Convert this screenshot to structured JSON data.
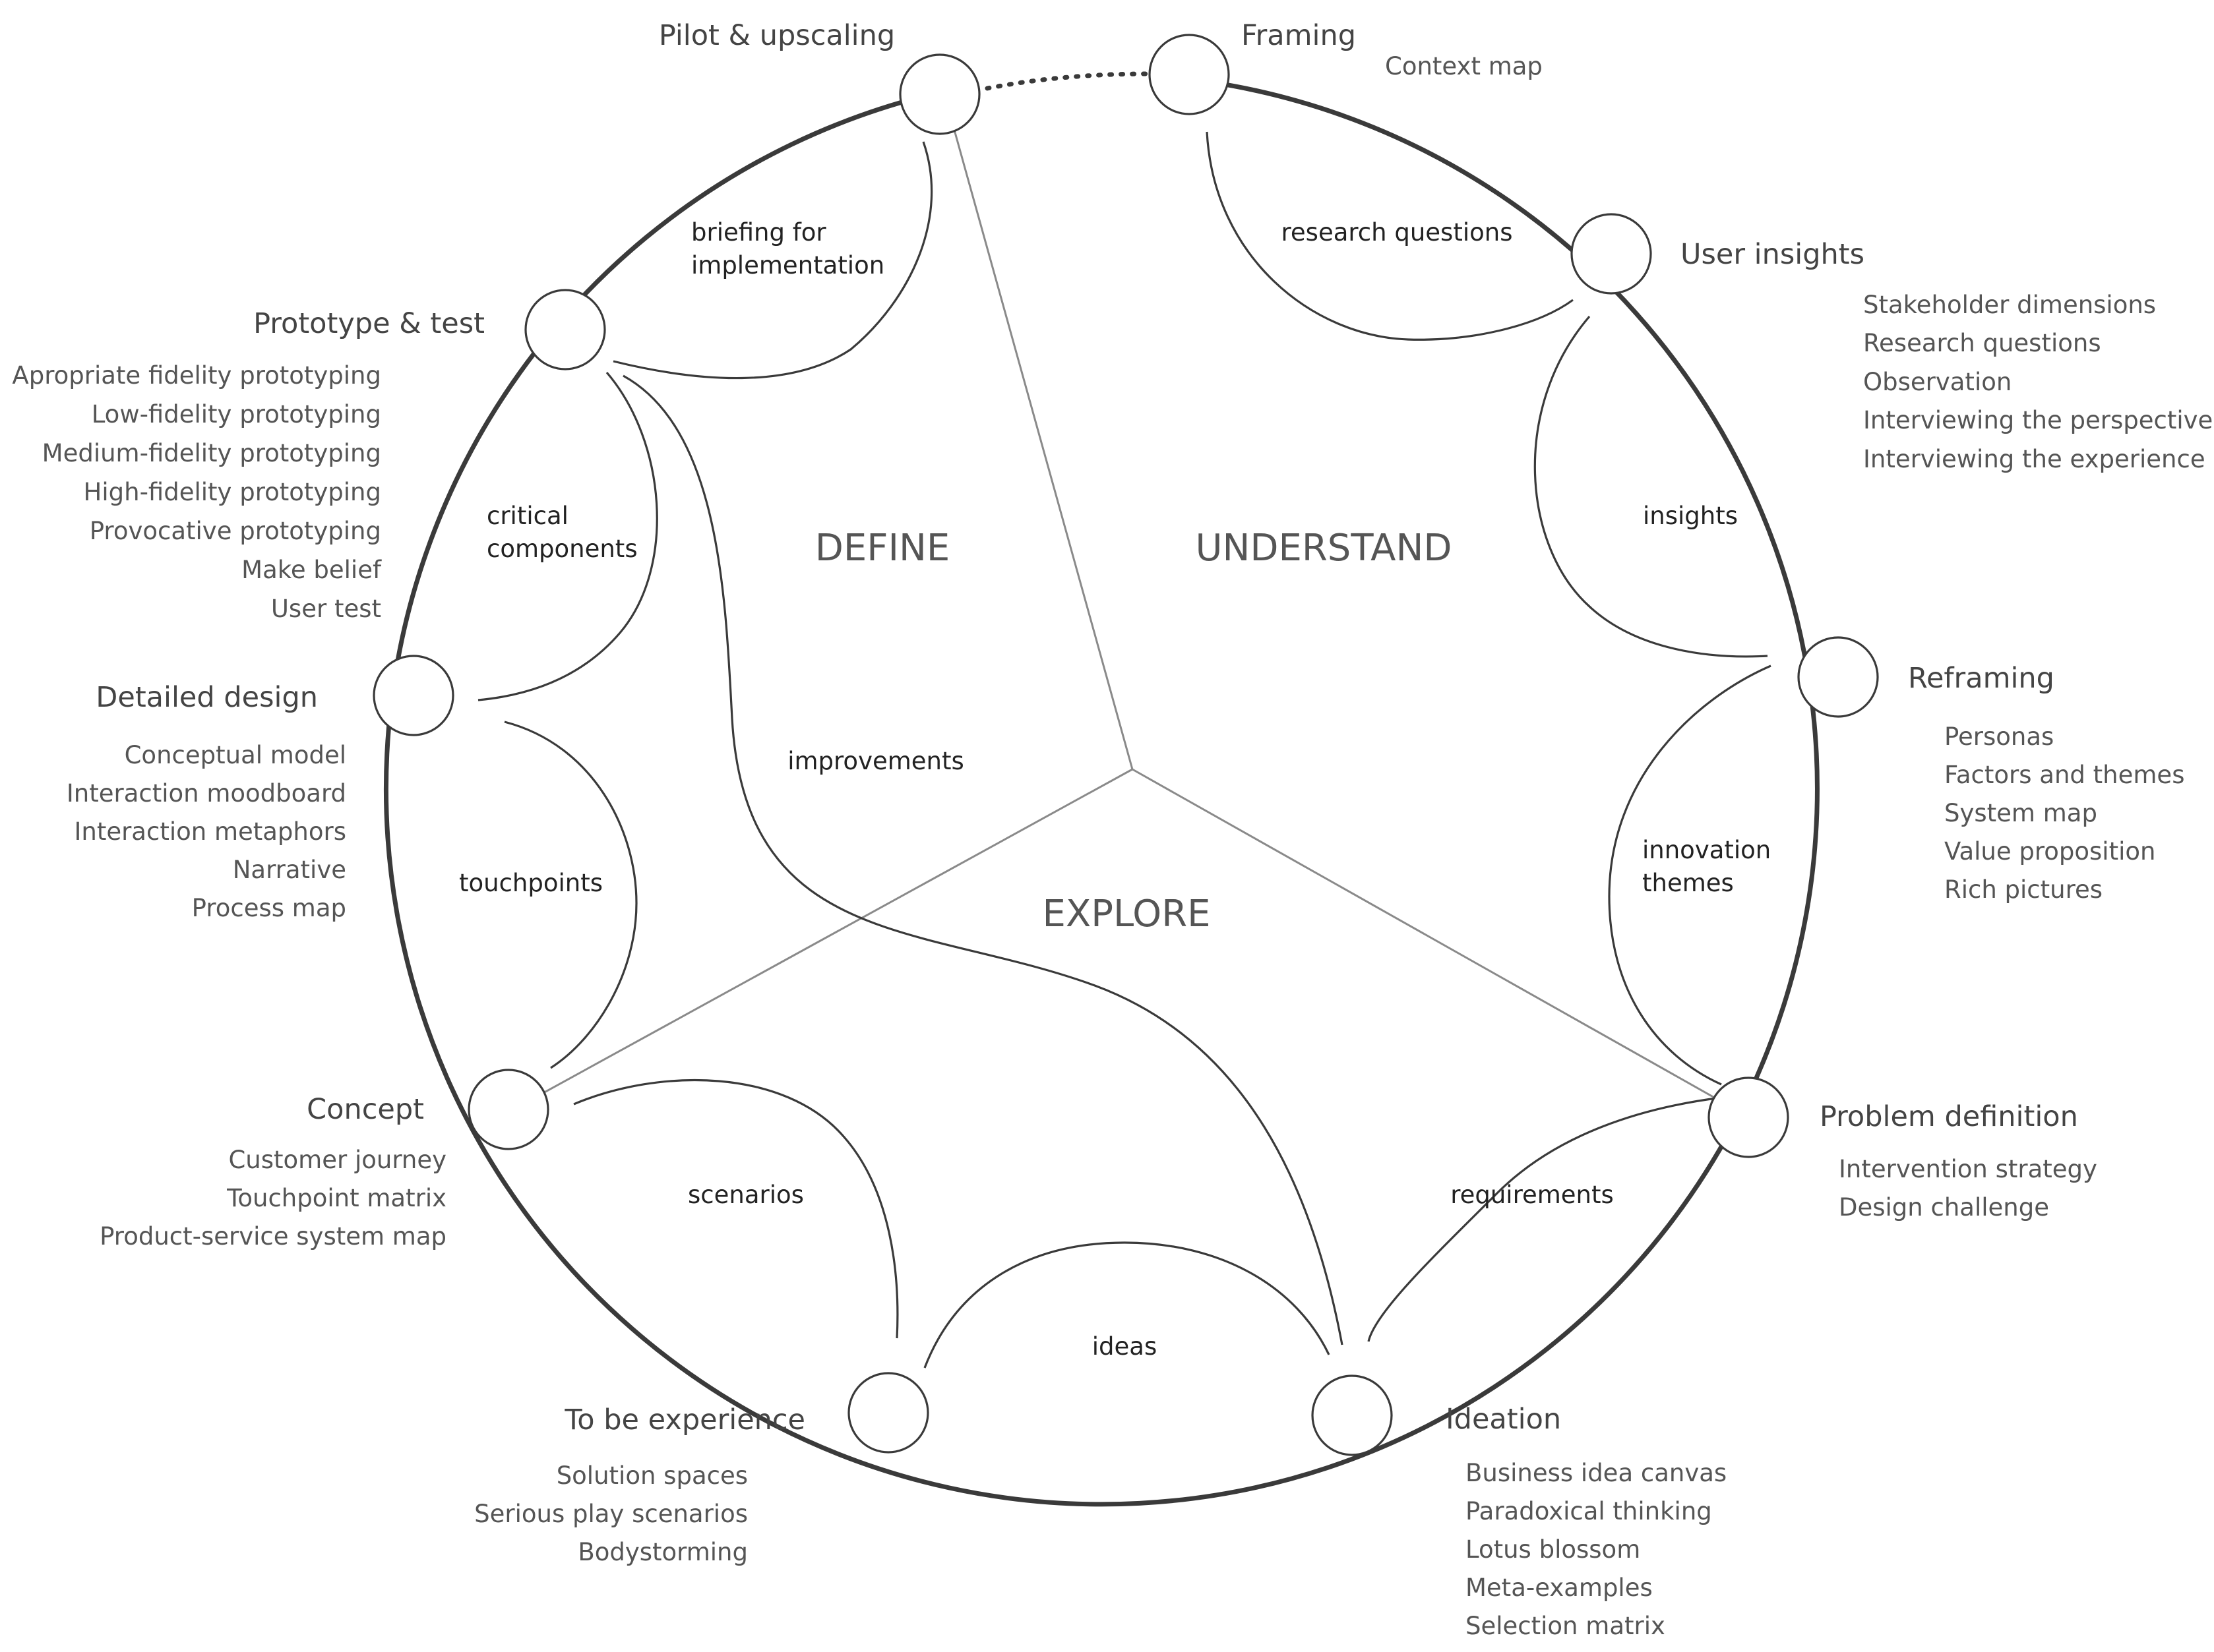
{
  "phases": {
    "define": "DEFINE",
    "understand": "UNDERSTAND",
    "explore": "EXPLORE"
  },
  "stages": [
    {
      "id": "framing",
      "title": "Framing",
      "methods": [
        "Context map"
      ]
    },
    {
      "id": "user-insights",
      "title": "User insights",
      "methods": [
        "Stakeholder dimensions",
        "Research questions",
        "Observation",
        "Interviewing the perspective",
        "Interviewing the experience"
      ]
    },
    {
      "id": "reframing",
      "title": "Reframing",
      "methods": [
        "Personas",
        "Factors and themes",
        "System map",
        "Value proposition",
        "Rich pictures"
      ]
    },
    {
      "id": "problem-definition",
      "title": "Problem definition",
      "methods": [
        "Intervention strategy",
        "Design challenge"
      ]
    },
    {
      "id": "ideation",
      "title": "Ideation",
      "methods": [
        "Business idea canvas",
        "Paradoxical thinking",
        "Lotus blossom",
        "Meta-examples",
        "Selection matrix"
      ]
    },
    {
      "id": "to-be-experience",
      "title": "To be experience",
      "methods": [
        "Solution spaces",
        "Serious play scenarios",
        "Bodystorming"
      ]
    },
    {
      "id": "concept",
      "title": "Concept",
      "methods": [
        "Customer journey",
        "Touchpoint matrix",
        "Product-service system map"
      ]
    },
    {
      "id": "detailed-design",
      "title": "Detailed design",
      "methods": [
        "Conceptual model",
        "Interaction moodboard",
        "Interaction metaphors",
        "Narrative",
        "Process map"
      ]
    },
    {
      "id": "prototype-test",
      "title": "Prototype & test",
      "methods": [
        "Apropriate fidelity prototyping",
        "Low-fidelity prototyping",
        "Medium-fidelity prototyping",
        "High-fidelity prototyping",
        "Provocative prototyping",
        "Make belief",
        "User test"
      ]
    },
    {
      "id": "pilot-upscaling",
      "title": "Pilot & upscaling",
      "methods": []
    }
  ],
  "arcs": [
    {
      "id": "research-questions",
      "lines": [
        "research questions"
      ]
    },
    {
      "id": "insights",
      "lines": [
        "insights"
      ]
    },
    {
      "id": "innovation-themes",
      "lines": [
        "innovation",
        "themes"
      ]
    },
    {
      "id": "requirements",
      "lines": [
        "requirements"
      ]
    },
    {
      "id": "ideas",
      "lines": [
        "ideas"
      ]
    },
    {
      "id": "scenarios",
      "lines": [
        "scenarios"
      ]
    },
    {
      "id": "touchpoints",
      "lines": [
        "touchpoints"
      ]
    },
    {
      "id": "critical-components",
      "lines": [
        "critical",
        "components"
      ]
    },
    {
      "id": "briefing",
      "lines": [
        "briefing for",
        "implementation"
      ]
    },
    {
      "id": "improvements",
      "lines": [
        "improvements"
      ]
    }
  ]
}
